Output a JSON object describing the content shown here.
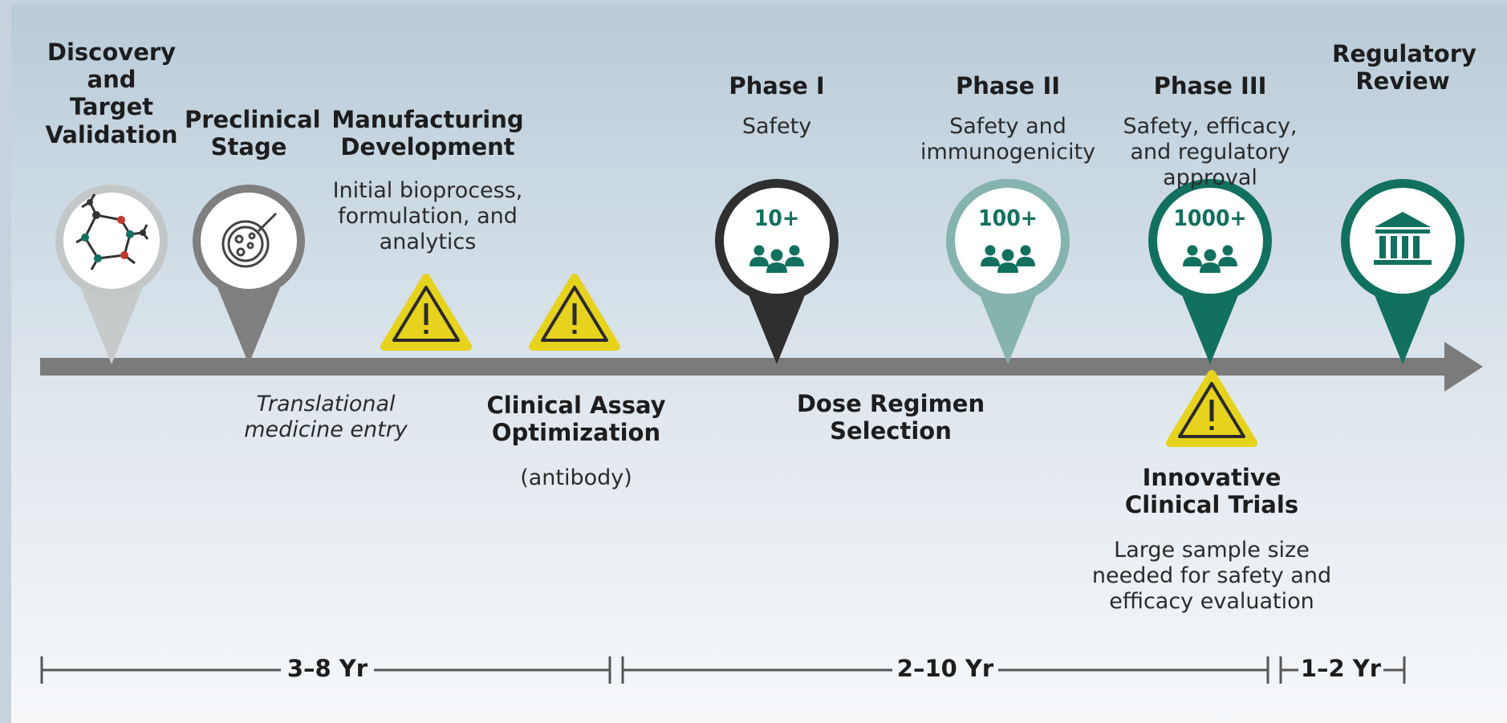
{
  "stages": [
    {
      "title": "Discovery and Target Validation"
    },
    {
      "title": "Preclinical Stage"
    },
    {
      "title": "Manufacturing Development",
      "subtitle": "Initial bioprocess, formulation, and analytics"
    },
    {
      "title": "Phase I",
      "subtitle": "Safety",
      "count": "10+"
    },
    {
      "title": "Phase II",
      "subtitle": "Safety and immunogenicity",
      "count": "100+"
    },
    {
      "title": "Phase III",
      "subtitle": "Safety, efficacy, and regulatory approval",
      "count": "1000+"
    },
    {
      "title": "Regulatory Review"
    }
  ],
  "below_timeline": {
    "translational": "Translational medicine entry",
    "assay_title": "Clinical Assay Optimization",
    "assay_sub": "(antibody)",
    "dose_title": "Dose Regimen Selection",
    "innovative_title": "Innovative Clinical Trials",
    "innovative_sub": "Large sample size needed for safety and efficacy evaluation"
  },
  "durations": [
    "3–8 Yr",
    "2–10 Yr",
    "1–2 Yr"
  ],
  "icons": [
    "molecule-icon",
    "petri-dish-icon",
    "warning-icon",
    "people-icon",
    "institution-icon"
  ],
  "colors": {
    "timeline": "#7b7b7b",
    "warning": "#e7d21d",
    "teal_dark": "#12705f",
    "teal_light": "#85b3ad",
    "phase1": "#2f2f2f",
    "preclinical": "#7f7f7f",
    "discovery": "#b9bcbd"
  }
}
